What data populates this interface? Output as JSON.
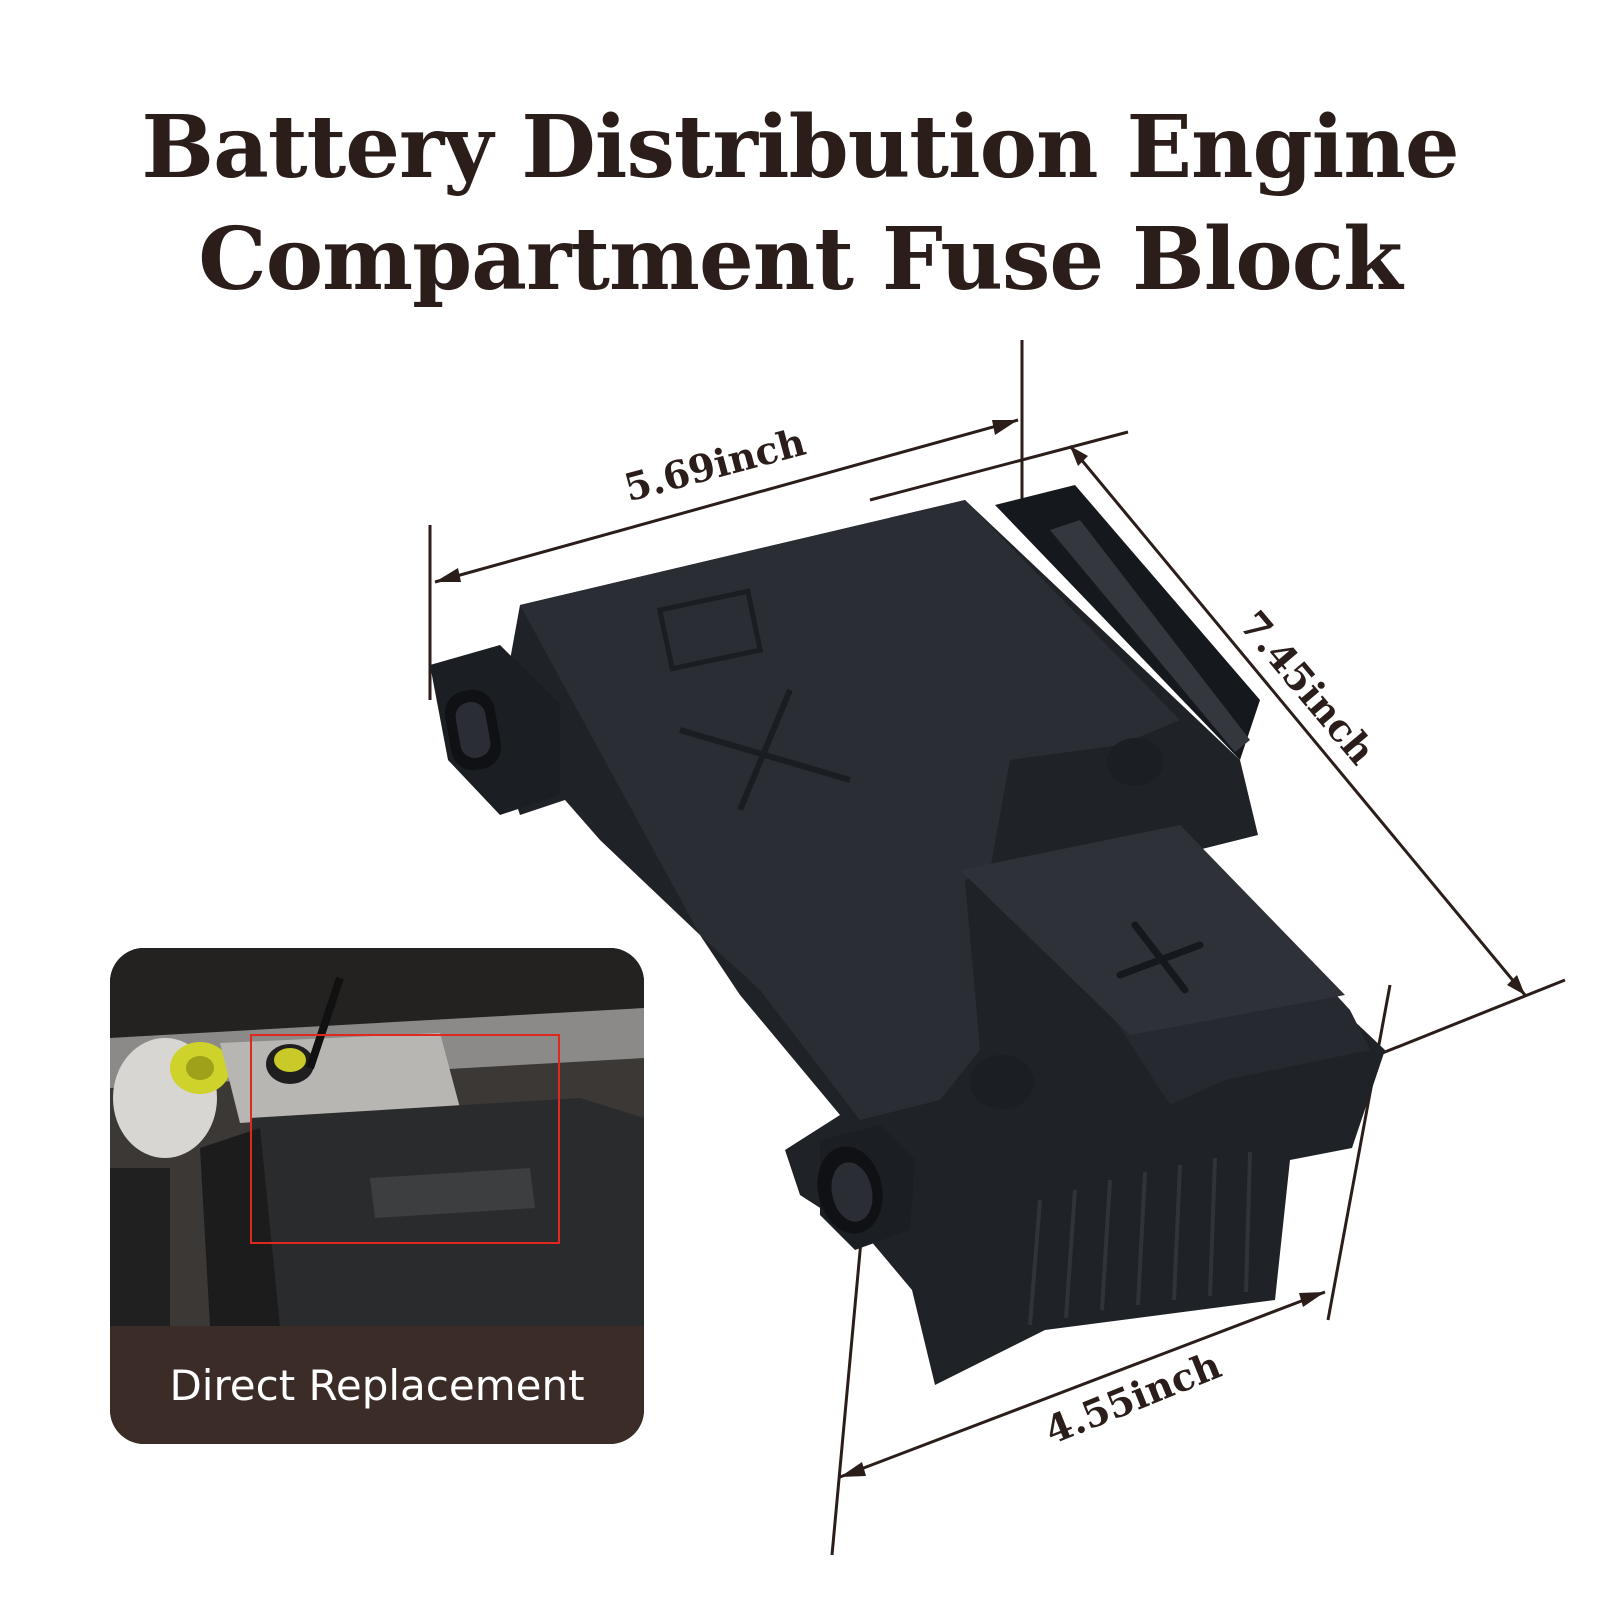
{
  "title": {
    "line1": "Battery Distribution Engine",
    "line2": "Compartment Fuse Block"
  },
  "dimensions": {
    "width_label": "5.69inch",
    "length_label": "7.45inch",
    "depth_label": "4.55inch"
  },
  "inset": {
    "caption": "Direct Replacement"
  },
  "colors": {
    "title": "#2b1d1a",
    "caption_bg": "#3c2c28",
    "highlight": "#e0281e",
    "product": "#1f2328"
  }
}
